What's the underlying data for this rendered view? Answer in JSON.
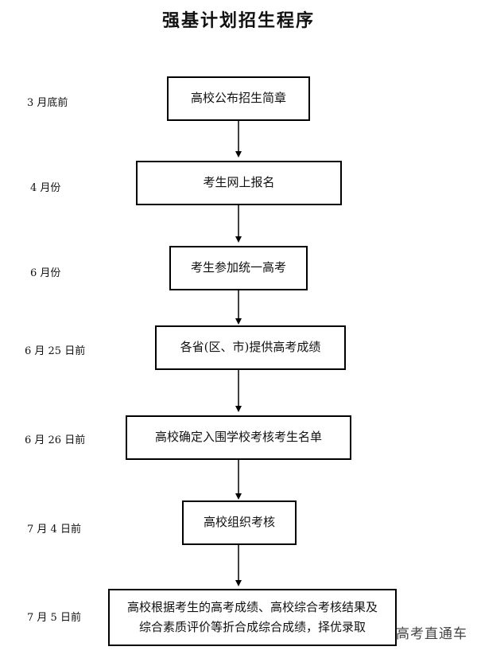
{
  "title": "强基计划招生程序",
  "steps": [
    {
      "date": "3 月底前",
      "text": "高校公布招生简章"
    },
    {
      "date": "4 月份",
      "text": "考生网上报名"
    },
    {
      "date": "6 月份",
      "text": "考生参加统一高考"
    },
    {
      "date": "6 月 25 日前",
      "text": "各省(区、市)提供高考成绩"
    },
    {
      "date": "6 月 26 日前",
      "text": "高校确定入围学校考核考生名单"
    },
    {
      "date": "7 月 4 日前",
      "text": "高校组织考核"
    },
    {
      "date": "7 月 5 日前",
      "text": "高校根据考生的高考成绩、高校综合考核结果及综合素质评价等折合成综合成绩，择优录取"
    }
  ],
  "watermark": "高考直通车"
}
